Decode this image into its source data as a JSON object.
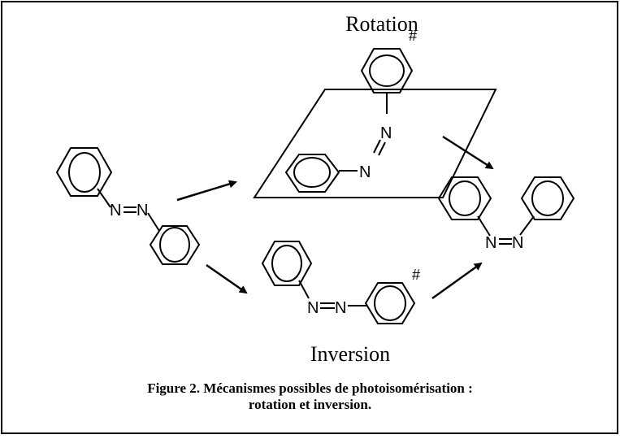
{
  "diagram": {
    "label_rotation": "Rotation",
    "label_inversion": "Inversion",
    "transition_mark": "#",
    "atom_n": "N",
    "bond_nn": "N=N"
  },
  "caption": {
    "line1": "Figure 2. Mécanismes possibles de photoisomérisation :",
    "line2": "rotation et inversion."
  }
}
